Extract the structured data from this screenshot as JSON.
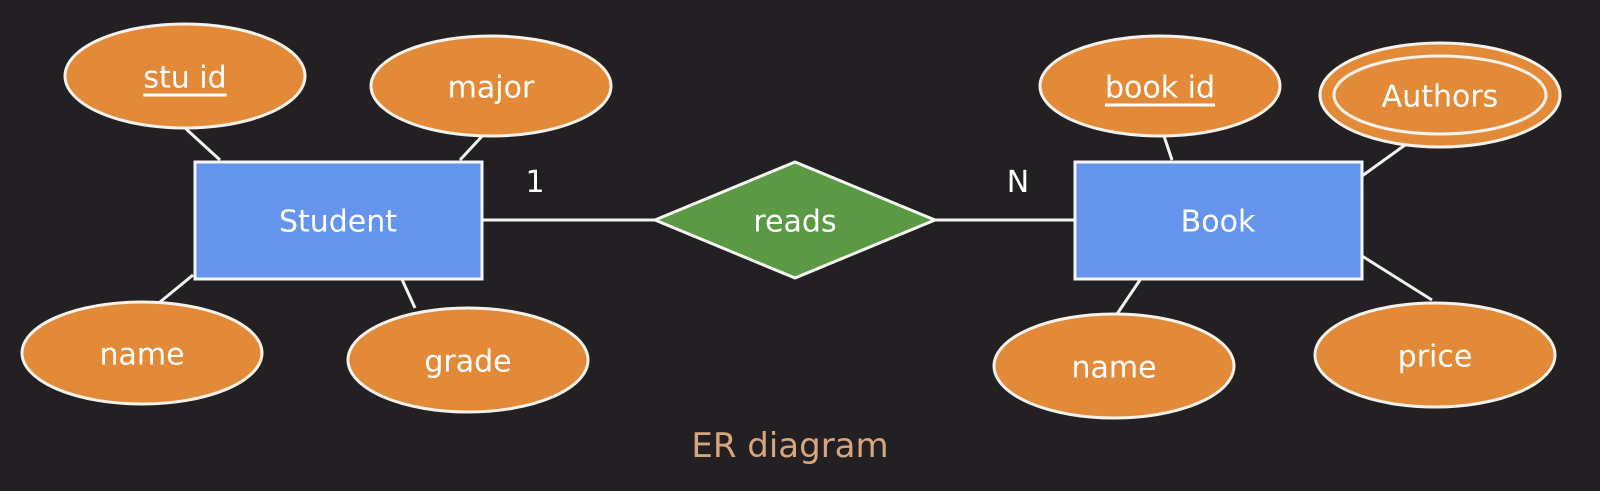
{
  "diagram": {
    "caption": "ER diagram",
    "entities": {
      "student": "Student",
      "book": "Book"
    },
    "relationship": "reads",
    "cardinality": {
      "student_side": "1",
      "book_side": "N"
    },
    "student_attributes": {
      "key": "stu id",
      "major": "major",
      "name": "name",
      "grade": "grade"
    },
    "book_attributes": {
      "key": "book id",
      "authors": "Authors",
      "name": "name",
      "price": "price"
    }
  },
  "colors": {
    "background": "#222023",
    "attribute": "#e28a38",
    "entity": "#6494eb",
    "relationship": "#5c9944",
    "caption": "#d9a57d"
  },
  "notation": {
    "key_attribute": "underlined",
    "multivalued_attribute": "double-ellipse"
  }
}
